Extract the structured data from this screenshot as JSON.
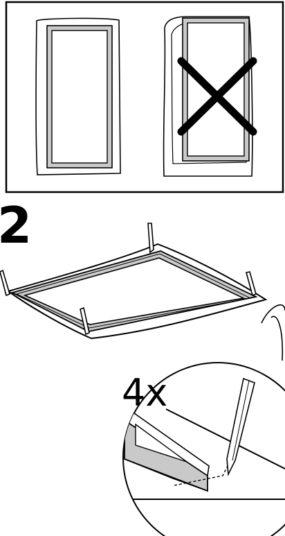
{
  "step": {
    "number": "2"
  },
  "callout": {
    "quantity_label": "4x"
  },
  "comparison_panel": {
    "items": [
      {
        "meaning": "correct",
        "icon": "flat-panel-icon"
      },
      {
        "meaning": "incorrect",
        "icon": "warped-panel-icon"
      }
    ],
    "incorrect_mark": "cross-icon"
  },
  "colors": {
    "line": "#000000",
    "frame_fill": "#c9c9c9",
    "background": "#ffffff"
  }
}
